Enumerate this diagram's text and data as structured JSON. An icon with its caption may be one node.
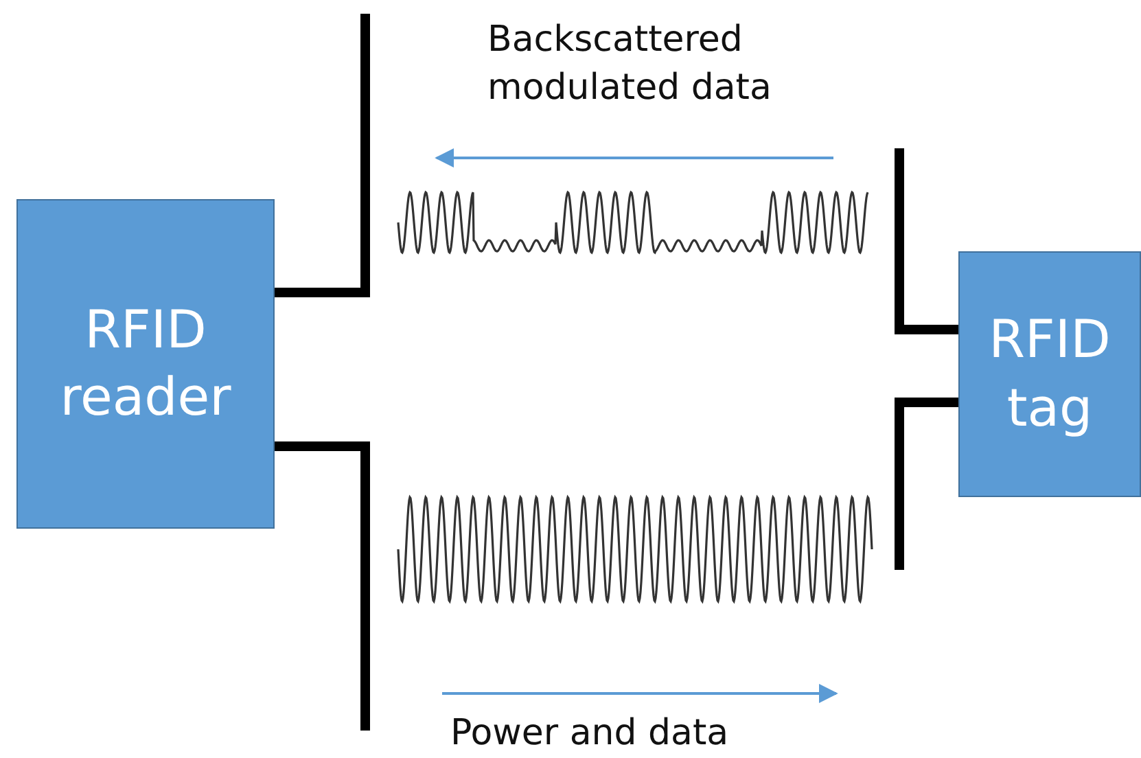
{
  "diagram": {
    "nodes": [
      {
        "text": [
          "RFID reader"
        ]
      },
      {
        "text": [
          "RFID tag"
        ]
      }
    ],
    "labels": [
      "Backscattered modulated data",
      "Power and data"
    ]
  }
}
